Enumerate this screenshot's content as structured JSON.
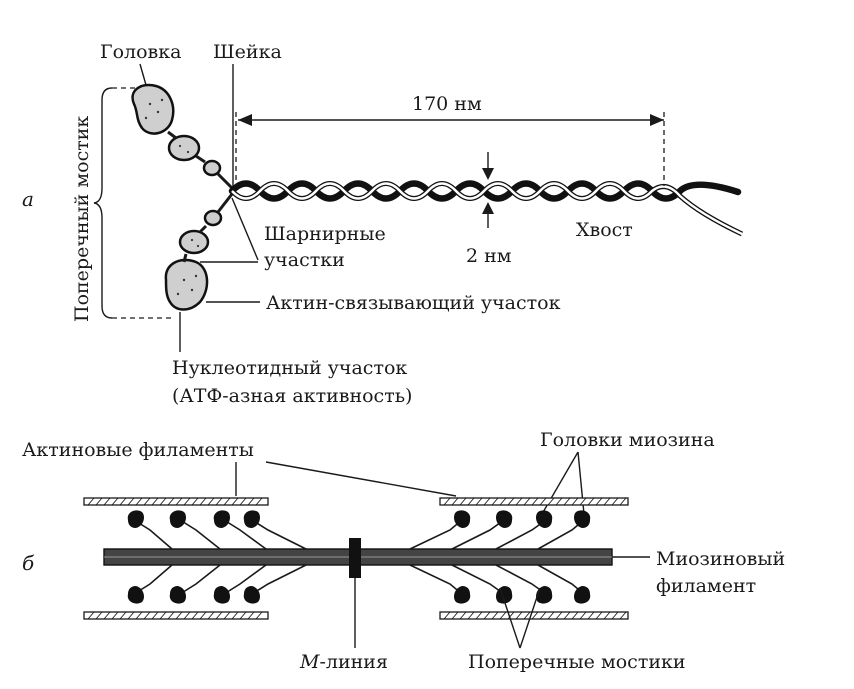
{
  "panel_a": {
    "letter": "а",
    "labels": {
      "head": "Головка",
      "neck": "Шейка",
      "cross_bridge": "Поперечный мостик",
      "length": "170 нм",
      "hinge_line1": "Шарнирные",
      "hinge_line2": "участки",
      "width": "2 нм",
      "tail": "Хвост",
      "actin_binding": "Актин-связывающий участок",
      "nucleotide_line1": "Нуклеотидный участок",
      "nucleotide_line2": "(АТФ-азная активность)"
    }
  },
  "panel_b": {
    "letter": "б",
    "labels": {
      "actin_filaments": "Актиновые филаменты",
      "myosin_heads": "Головки миозина",
      "myosin_filament_line1": "Миозиновый",
      "myosin_filament_line2": "филамент",
      "m_line_letter": "М",
      "m_line_rest": "-линия",
      "cross_bridges": "Поперечные мостики"
    }
  }
}
